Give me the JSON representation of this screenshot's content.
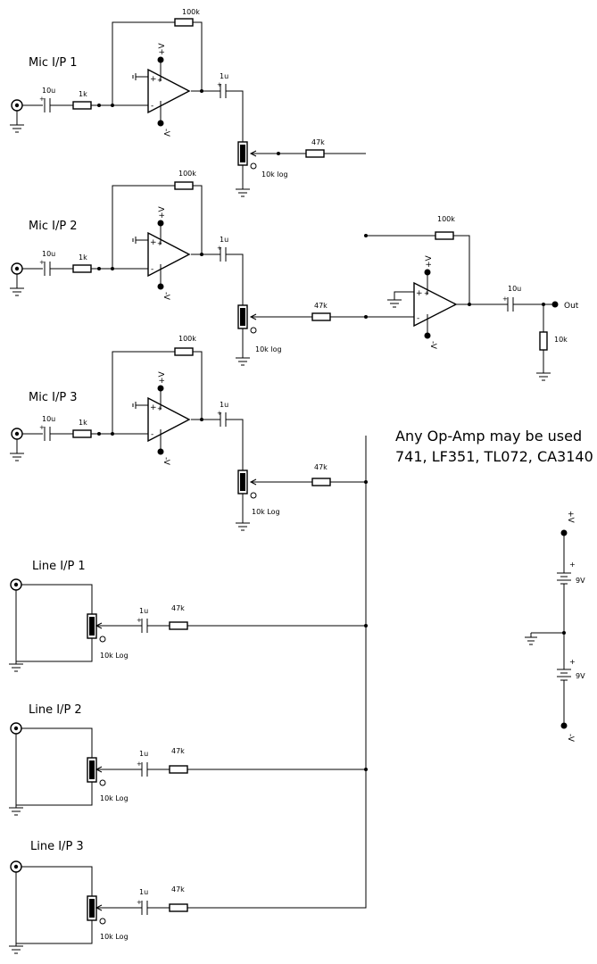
{
  "stages": [
    {
      "label": "Mic I/P 1",
      "input_cap": "10u",
      "input_res": "1k",
      "feedback_res": "100k",
      "supply_pos": "+V",
      "supply_neg": "-V",
      "plus": "+",
      "minus": "-",
      "coupling_cap": "1u",
      "pot": "10k log",
      "mix_res": "47k"
    },
    {
      "label": "Mic I/P 2",
      "input_cap": "10u",
      "input_res": "1k",
      "feedback_res": "100k",
      "supply_pos": "+V",
      "supply_neg": "-V",
      "plus": "+",
      "minus": "-",
      "coupling_cap": "1u",
      "pot": "10k log",
      "mix_res": "47k"
    },
    {
      "label": "Mic I/P 3",
      "input_cap": "10u",
      "input_res": "1k",
      "feedback_res": "100k",
      "supply_pos": "+V",
      "supply_neg": "-V",
      "plus": "+",
      "minus": "-",
      "coupling_cap": "1u",
      "pot": "10k Log",
      "mix_res": "47k"
    }
  ],
  "lines": [
    {
      "label": "Line I/P 1",
      "pot": "10k Log",
      "cap": "1u",
      "res": "47k"
    },
    {
      "label": "Line I/P 2",
      "pot": "10k Log",
      "cap": "1u",
      "res": "47k"
    },
    {
      "label": "Line I/P 3",
      "pot": "10k Log",
      "cap": "1u",
      "res": "47k"
    }
  ],
  "mixer": {
    "feedback_res": "100k",
    "supply_pos": "+V",
    "supply_neg": "-V",
    "plus": "+",
    "minus": "-",
    "out_cap": "10u",
    "load_res": "10k",
    "out_label": "Out"
  },
  "note": {
    "line1": "Any Op-Amp  may be used",
    "line2": "741, LF351, TL072, CA3140"
  },
  "supply": {
    "pos_label": "+V",
    "neg_label": "-V",
    "battery_top": "9V",
    "battery_bottom": "9V",
    "plus": "+"
  }
}
